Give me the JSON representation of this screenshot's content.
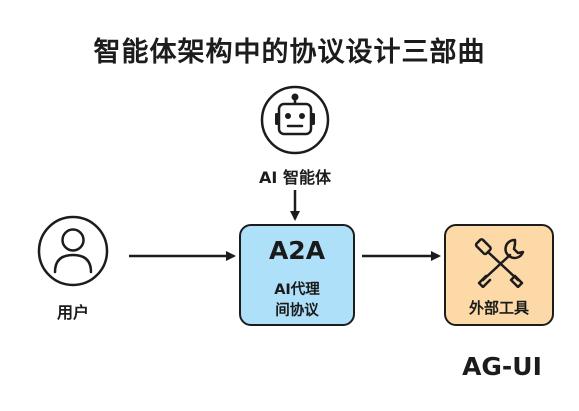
{
  "title": "智能体架构中的协议设计三部曲",
  "nodes": {
    "agent": {
      "label": "AI 智能体",
      "icon": "robot-icon"
    },
    "user": {
      "label": "用户",
      "icon": "user-icon"
    },
    "a2a": {
      "title": "A2A",
      "line1": "AI代理",
      "line2": "间协议",
      "color": "#aee0fa"
    },
    "tools": {
      "label": "外部工具",
      "icon": "wrench-screwdriver-icon",
      "color": "#fcd9a6"
    }
  },
  "footer_label": "AG-UI",
  "edges": [
    {
      "from": "agent",
      "to": "a2a"
    },
    {
      "from": "user",
      "to": "a2a"
    },
    {
      "from": "a2a",
      "to": "tools"
    }
  ]
}
